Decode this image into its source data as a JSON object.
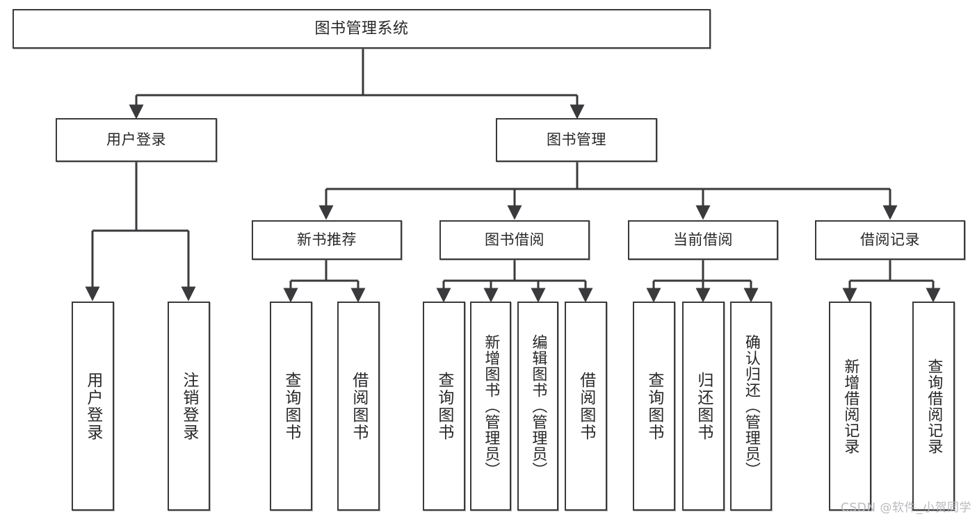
{
  "diagram": {
    "type": "tree",
    "title": "图书管理系统",
    "colors": {
      "background": "#ffffff",
      "box_fill": "#ffffff",
      "box_border": "#3a3a3c",
      "edge": "#3a3a3c",
      "text": "#27272a",
      "watermark": "#b9b9bd"
    },
    "nodes": {
      "root": "图书管理系统",
      "level2": {
        "user_login": "用户登录",
        "book_manage": "图书管理"
      },
      "level3": {
        "new_book_rec": "新书推荐",
        "book_borrow": "图书借阅",
        "current_borrow": "当前借阅",
        "borrow_record": "借阅记录"
      },
      "leaves": {
        "user_login_1": "用户登录",
        "user_login_2": "注销登录",
        "new_book_rec_1": "查询图书",
        "new_book_rec_2": "借阅图书",
        "book_borrow_1": "查询图书",
        "book_borrow_2": "新增图书（管理员）",
        "book_borrow_3": "编辑图书（管理员）",
        "book_borrow_4": "借阅图书",
        "current_borrow_1": "查询图书",
        "current_borrow_2": "归还图书",
        "current_borrow_3": "确认归还（管理员）",
        "borrow_record_1": "新增借阅记录",
        "borrow_record_2": "查询借阅记录"
      }
    }
  },
  "watermark": {
    "text": "CSDN @软件_小贺同学"
  }
}
